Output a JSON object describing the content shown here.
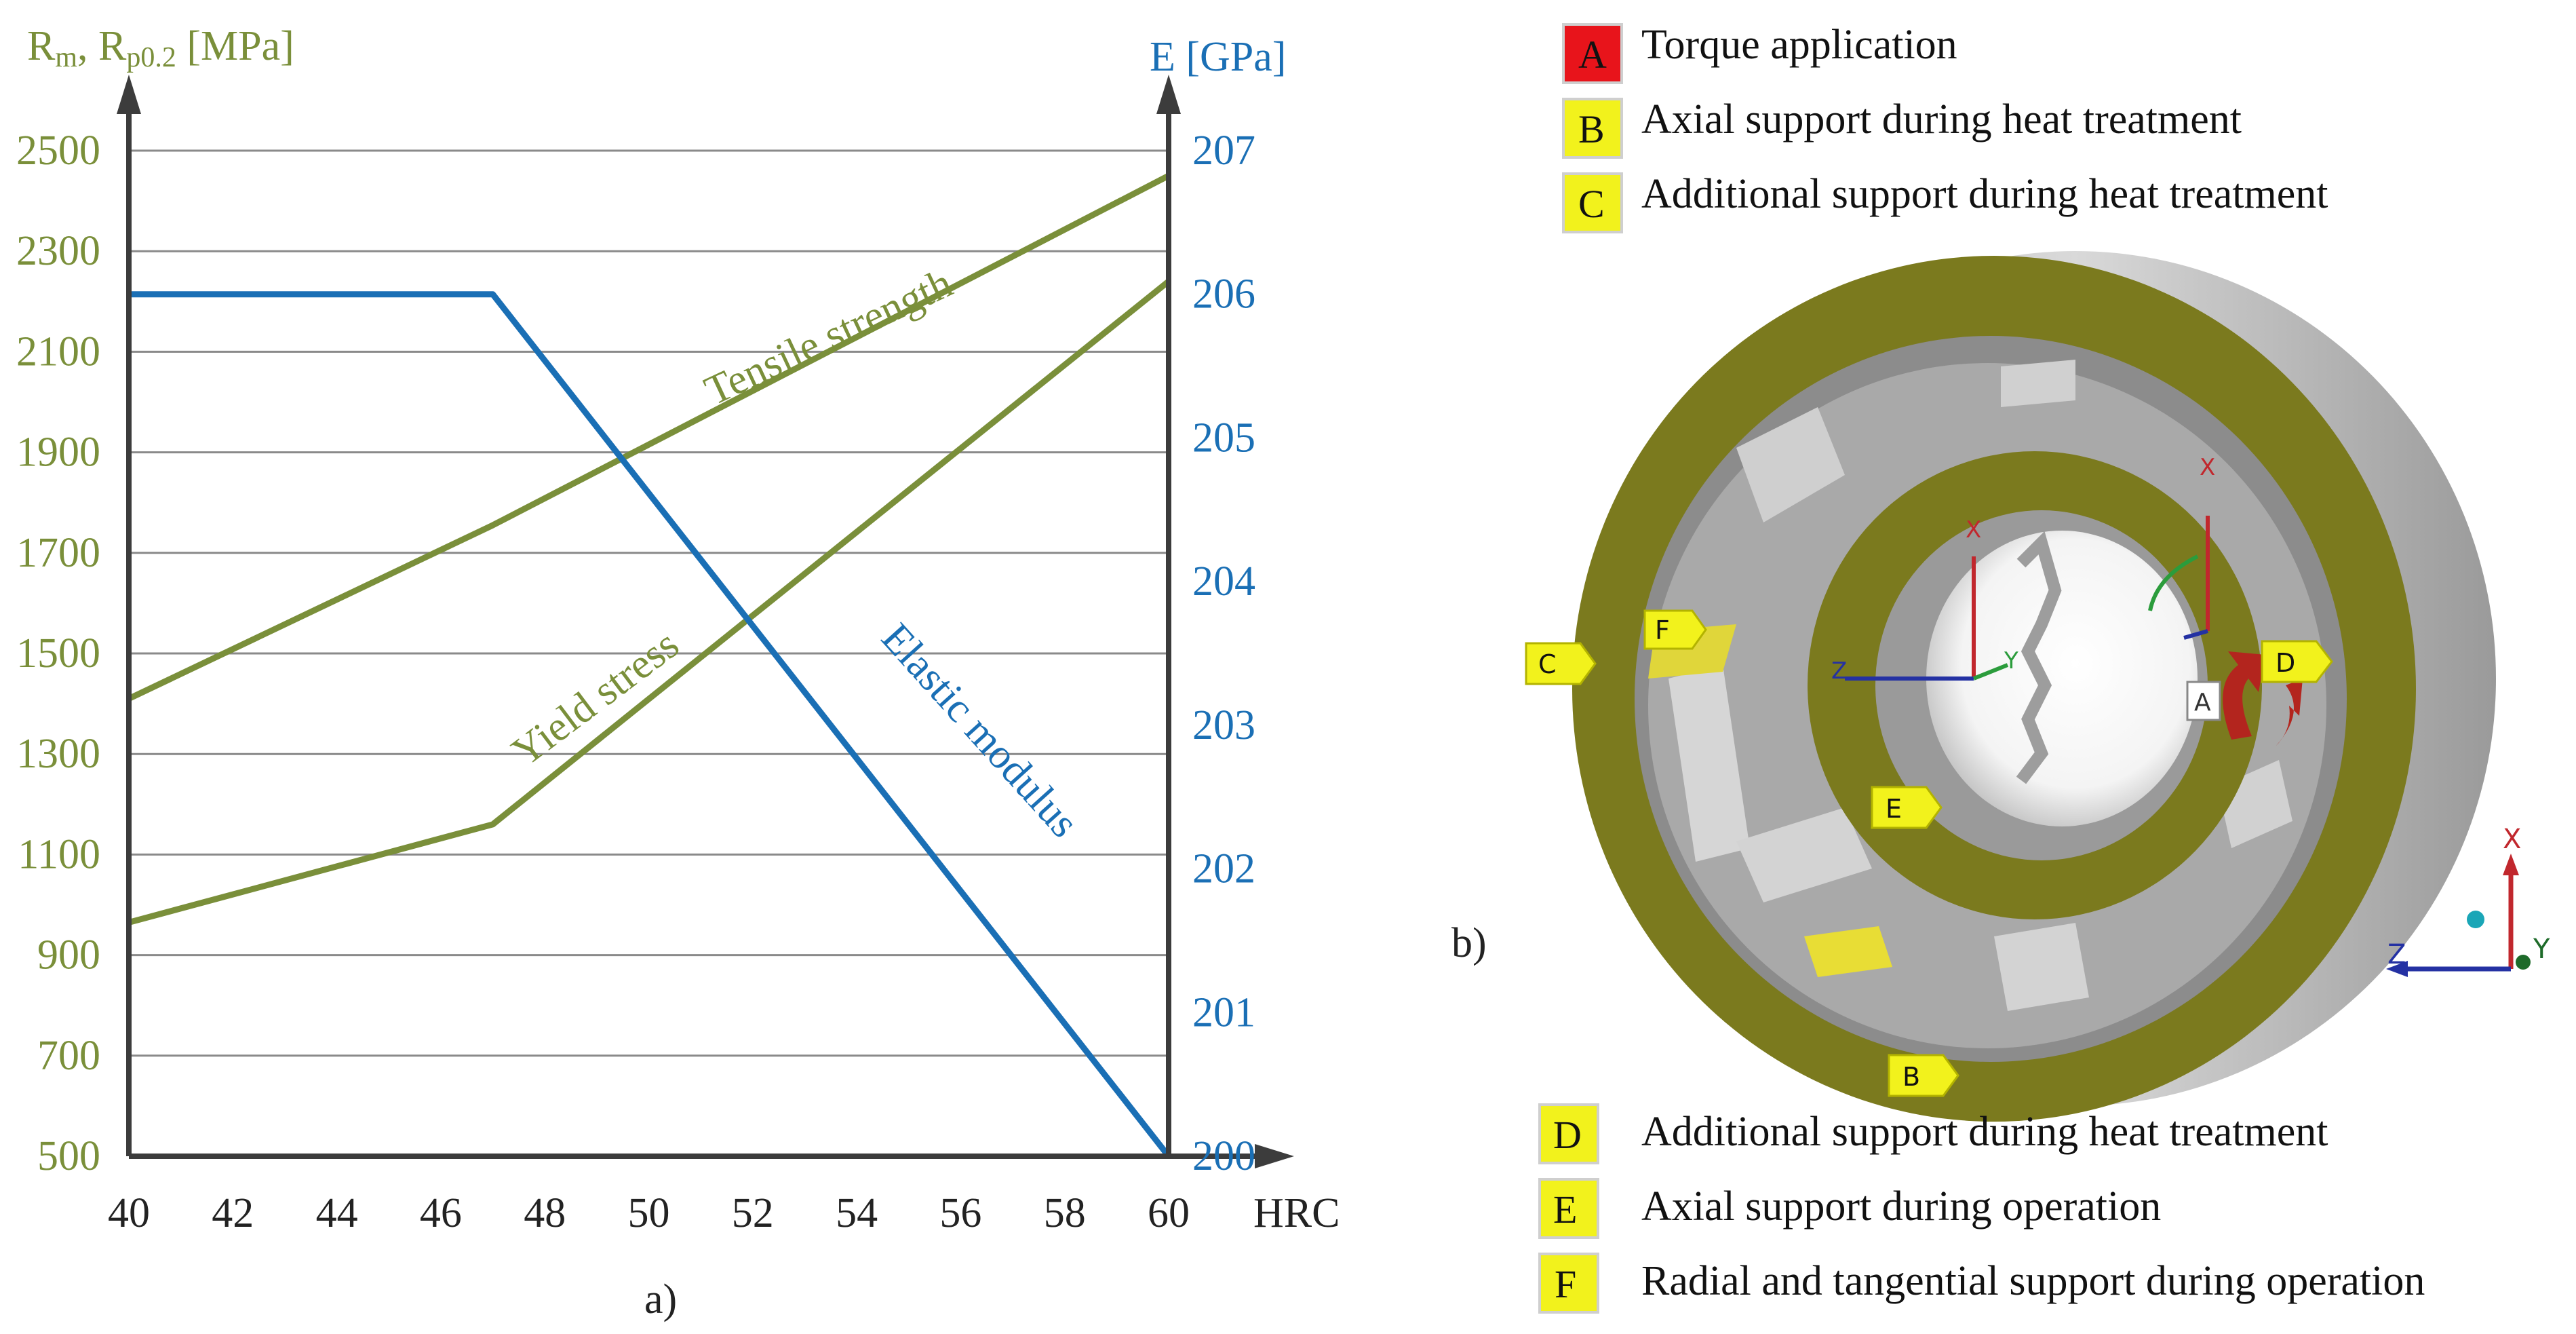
{
  "chart_data": {
    "type": "line",
    "left_axis": {
      "label_main": "R",
      "label_sub1": "m",
      "label_mid": ", R",
      "label_sub2": "p0.2",
      "label_unit": " [MPa]",
      "ticks": [
        "500",
        "700",
        "900",
        "1100",
        "1300",
        "1500",
        "1700",
        "1900",
        "2100",
        "2300",
        "2500"
      ],
      "ylim": [
        500,
        2500
      ]
    },
    "right_axis": {
      "label": "E [GPa]",
      "ticks": [
        "200",
        "201",
        "202",
        "203",
        "204",
        "205",
        "206",
        "207"
      ],
      "ylim": [
        200,
        207
      ]
    },
    "x_axis": {
      "label": "HRC",
      "ticks": [
        "40",
        "42",
        "44",
        "46",
        "48",
        "50",
        "52",
        "54",
        "56",
        "58",
        "60"
      ],
      "xlim": [
        40,
        60
      ]
    },
    "grid": true,
    "series": [
      {
        "name": "Tensile strength",
        "axis": "left",
        "color": "#7a8f3a",
        "x": [
          40,
          47,
          60
        ],
        "y": [
          1410,
          1755,
          2450
        ]
      },
      {
        "name": "Yield stress",
        "axis": "left",
        "color": "#7a8f3a",
        "x": [
          40,
          47,
          60
        ],
        "y": [
          965,
          1160,
          2240
        ]
      },
      {
        "name": "Elastic modulus",
        "axis": "right",
        "color": "#1a6fb5",
        "x": [
          40,
          47,
          60
        ],
        "y": [
          206,
          206,
          200
        ]
      }
    ],
    "panel_label": "a)"
  },
  "figure_b": {
    "panel_label": "b)",
    "legend_top": [
      {
        "letter": "A",
        "text": "Torque application",
        "color": "#e8141b"
      },
      {
        "letter": "B",
        "text": "Axial support during heat treatment",
        "color": "#f2f21c"
      },
      {
        "letter": "C",
        "text": "Additional support during heat treatment",
        "color": "#f2f21c"
      }
    ],
    "legend_bottom": [
      {
        "letter": "D",
        "text": "Additional support during heat treatment",
        "color": "#f2f21c"
      },
      {
        "letter": "E",
        "text": "Axial support during operation",
        "color": "#f2f21c"
      },
      {
        "letter": "F",
        "text": "Radial and tangential support during operation",
        "color": "#f2f21c"
      }
    ],
    "model_tags": [
      {
        "letter": "C"
      },
      {
        "letter": "F"
      },
      {
        "letter": "D"
      },
      {
        "letter": "E"
      },
      {
        "letter": "B"
      },
      {
        "letter": "A"
      }
    ],
    "triad": {
      "x": "X",
      "y": "Y",
      "z": "Z"
    }
  }
}
